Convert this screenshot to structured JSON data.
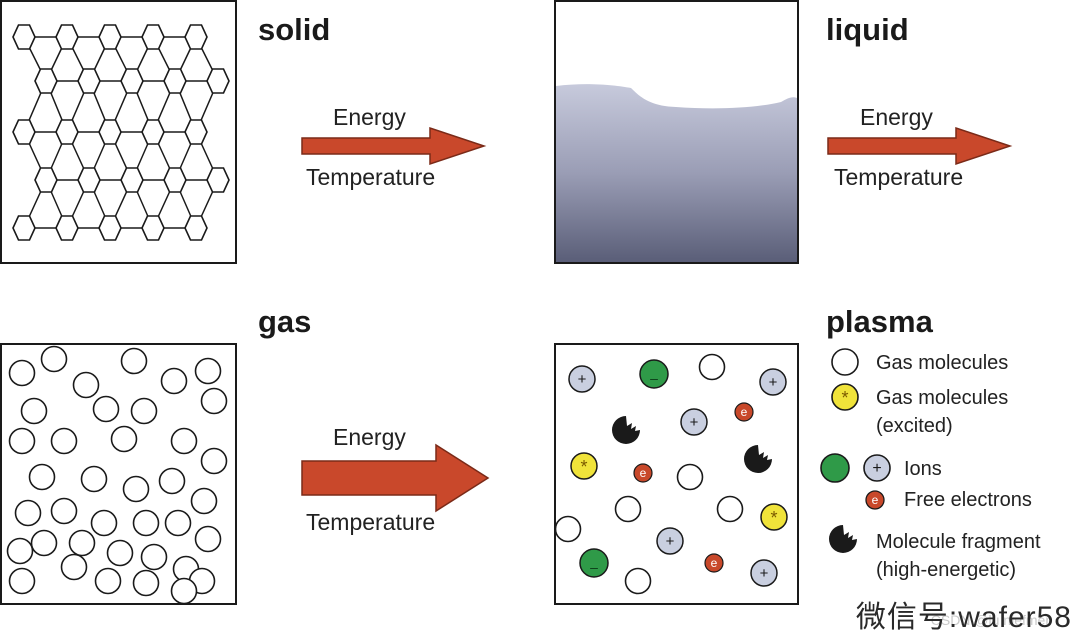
{
  "states": {
    "solid": "solid",
    "liquid": "liquid",
    "gas": "gas",
    "plasma": "plasma"
  },
  "arrows": {
    "top_left": {
      "energy": "Energy",
      "temperature": "Temperature"
    },
    "top_right": {
      "energy": "Energy",
      "temperature": "Temperature"
    },
    "bottom": {
      "energy": "Energy",
      "temperature": "Temperature"
    }
  },
  "legend": {
    "gas_molecules": "Gas molecules",
    "excited_line1": "Gas molecules",
    "excited_line2": "(excited)",
    "ions": "Ions",
    "free_electrons": "Free electrons",
    "fragment_line1": "Molecule fragment",
    "fragment_line2": "(high-energetic)"
  },
  "symbols": {
    "plus": "+",
    "minus": "–",
    "electron": "e",
    "excited": "*"
  },
  "watermark": {
    "main": "微信号:wafer58",
    "sub": "CSDN @lu niefmer"
  },
  "colors": {
    "arrow_fill": "#c9482b",
    "arrow_stroke": "#7a2a18",
    "ion_positive": "#c9cfe0",
    "ion_negative": "#2f9a48",
    "electron": "#c8482a",
    "excited": "#f0e33a",
    "liquid_top": "#c7cadc",
    "liquid_bottom": "#5a5e78"
  }
}
